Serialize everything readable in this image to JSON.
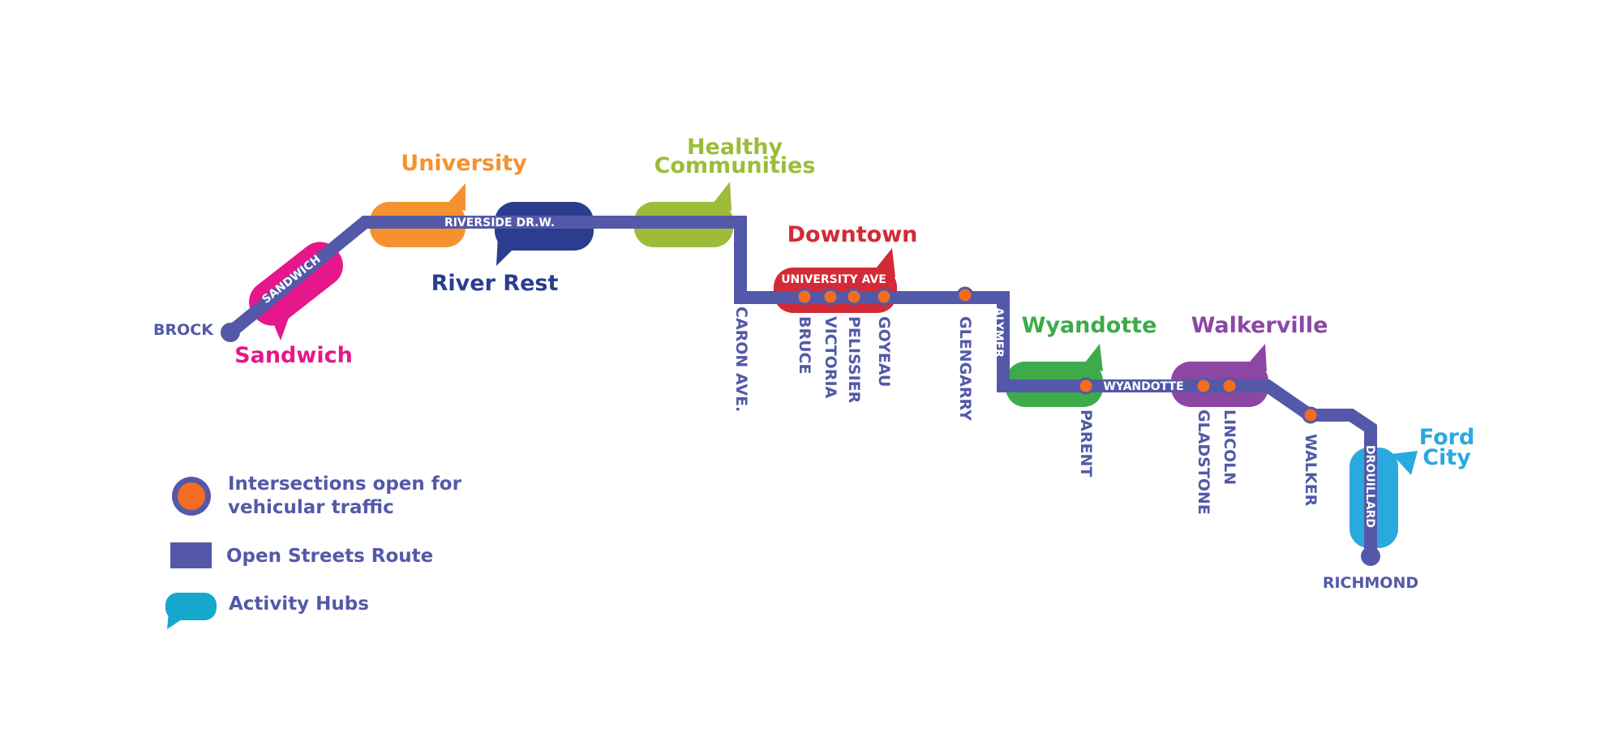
{
  "colors": {
    "route": "#5359a8",
    "intersection": "#f26d21",
    "sandwich": "#e6178a",
    "university": "#f5922f",
    "river_rest": "#2a3d8f",
    "healthy": "#9cbc3a",
    "downtown": "#d32a35",
    "wyandotte": "#3dab4a",
    "walkerville": "#8c47a3",
    "ford_city": "#2aa9df",
    "legend_hub": "#16a7cc"
  },
  "hubs": {
    "sandwich": "Sandwich",
    "university": "University",
    "river_rest": "River Rest",
    "healthy_line1": "Healthy",
    "healthy_line2": "Communities",
    "downtown": "Downtown",
    "wyandotte": "Wyandotte",
    "walkerville": "Walkerville",
    "ford_line1": "Ford",
    "ford_line2": "City"
  },
  "route_labels": {
    "sandwich": "SANDWICH",
    "riverside": "RIVERSIDE DR.W.",
    "university_ave": "UNIVERSITY AVE",
    "alymer": "ALYMER",
    "wyandotte": "WYANDOTTE",
    "drouillard": "DROUILLARD"
  },
  "streets": {
    "brock": "BROCK",
    "caron": "CARON AVE.",
    "bruce": "BRUCE",
    "victoria": "VICTORIA",
    "pelissier": "PELISSIER",
    "goyeau": "GOYEAU",
    "glengarry": "GLENGARRY",
    "parent": "PARENT",
    "gladstone": "GLADSTONE",
    "lincoln": "LINCOLN",
    "walker": "WALKER",
    "richmond": "RICHMOND"
  },
  "legend": {
    "intersections_line1": "Intersections open for",
    "intersections_line2": "vehicular traffic",
    "route": "Open Streets Route",
    "hubs": "Activity Hubs"
  },
  "icons": {
    "intersection": "circle-dot",
    "route": "square",
    "hub": "speech-bubble"
  }
}
